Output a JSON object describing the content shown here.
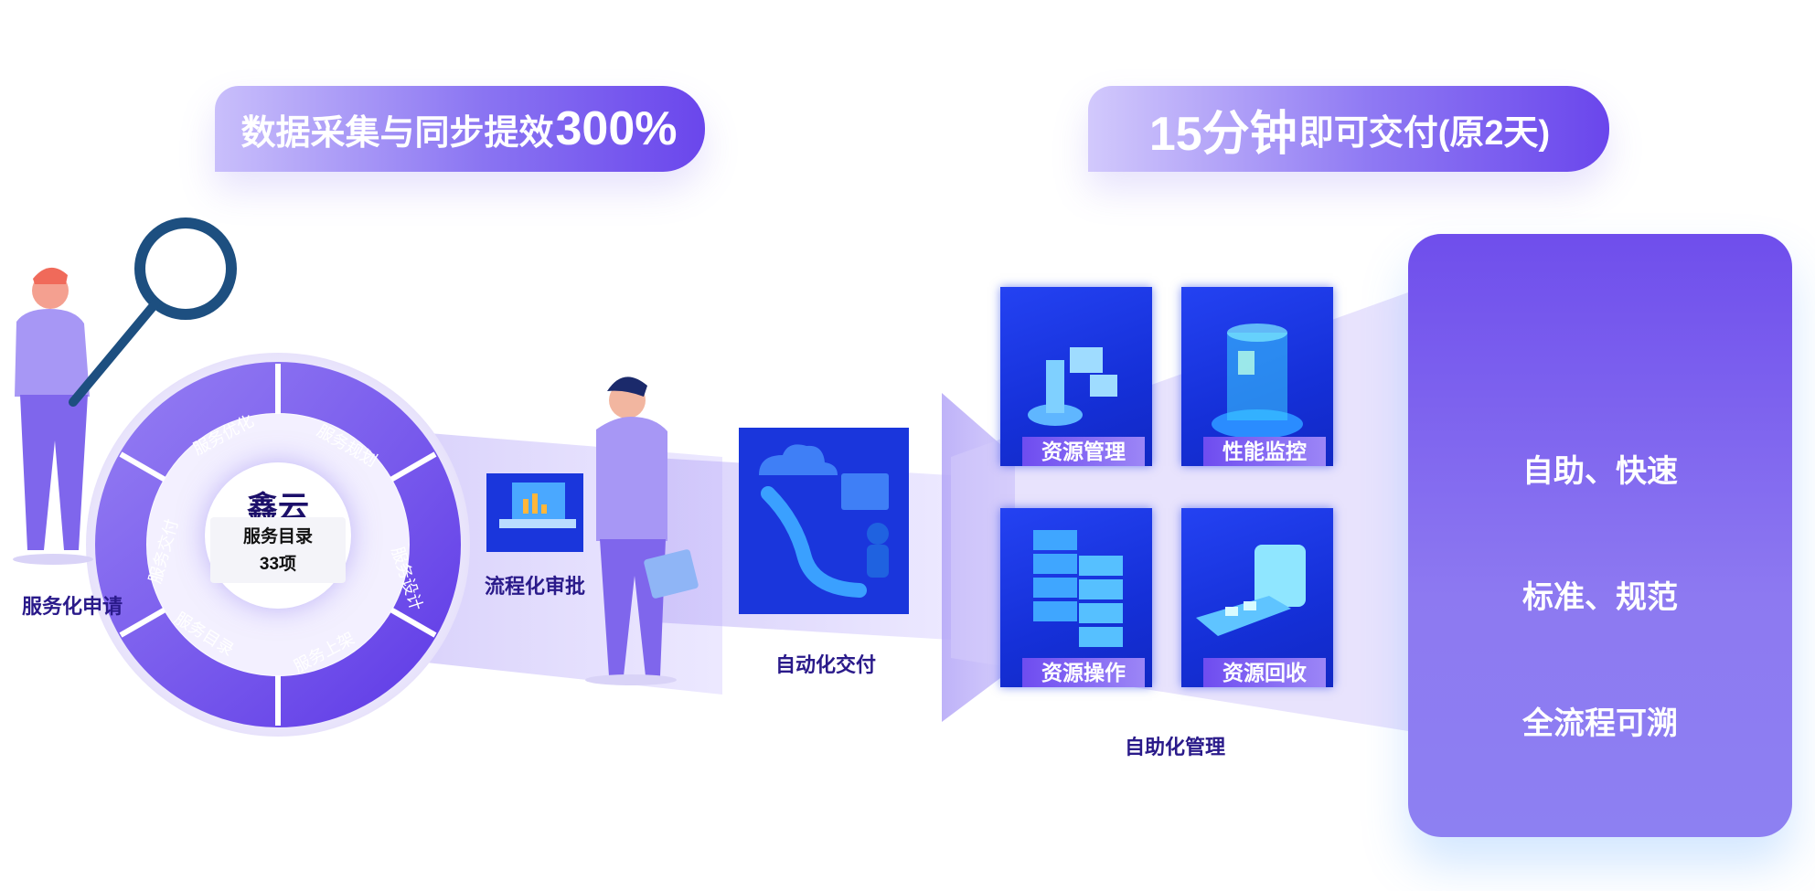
{
  "banners": {
    "left": {
      "prefix": "数据采集与同步提效",
      "highlight": "300%",
      "suffix": ""
    },
    "right": {
      "prefix": "",
      "highlight": "15分钟",
      "suffix": "即可交付(原2天)"
    }
  },
  "flow": {
    "service_request": "服务化申请",
    "approval": "流程化审批",
    "auto_delivery": "自动化交付",
    "self_management": "自助化管理"
  },
  "ring": {
    "center_title": "鑫云",
    "catalog_name": "服务目录",
    "catalog_count": "33项",
    "segments": [
      "服务优化",
      "服务规划",
      "服务设计",
      "服务上架",
      "服务目录",
      "服务交付"
    ]
  },
  "tiles": [
    "资源管理",
    "性能监控",
    "资源操作",
    "资源回收"
  ],
  "panel": {
    "features": [
      "自助、快速",
      "标准、规范",
      "全流程可溯"
    ]
  },
  "colors": {
    "accent": "#6a46ec",
    "light_accent": "#c9bffb",
    "tile_blue": "#1530d8",
    "label_text": "#2a1a8a"
  }
}
